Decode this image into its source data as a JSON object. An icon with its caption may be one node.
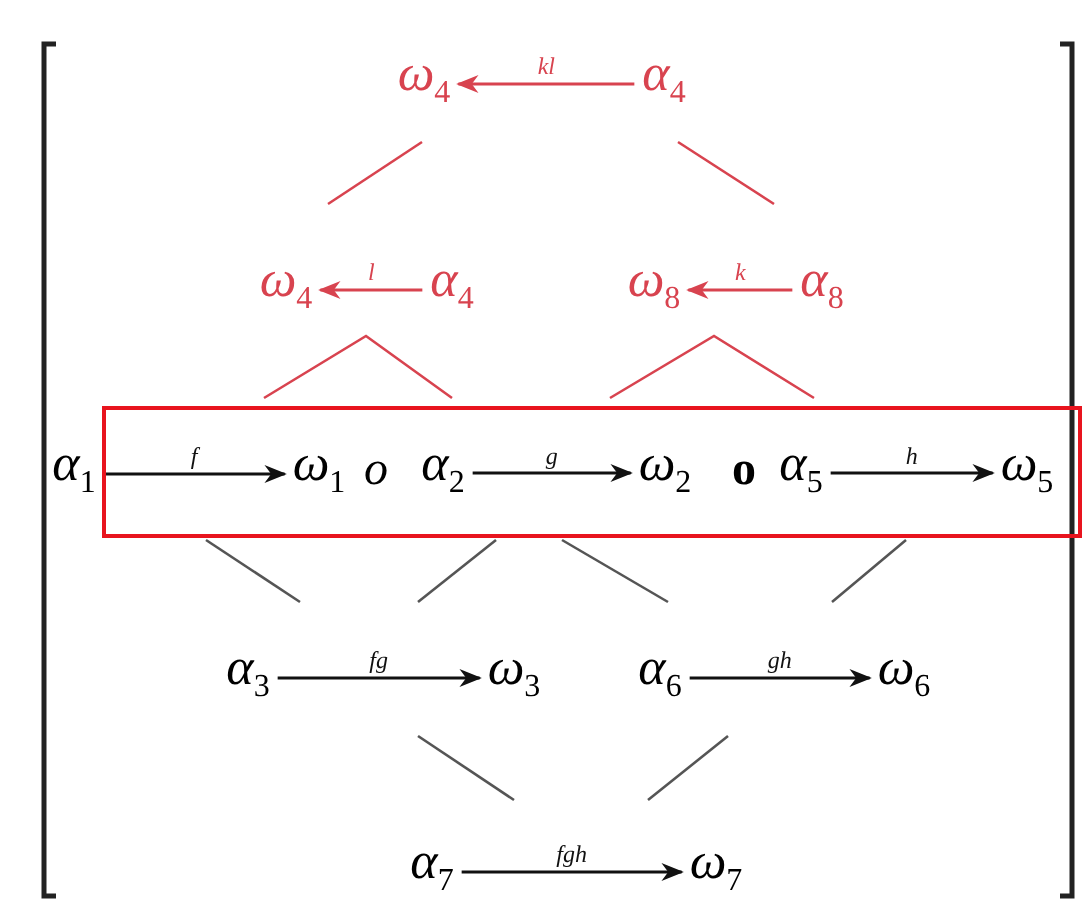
{
  "diagram": {
    "nodes": [
      {
        "text": [
          "ω$_{4}$"
        ]
      },
      {
        "text": [
          "α$_{4}$"
        ]
      },
      {
        "text": [
          "ω$_{4}$"
        ]
      },
      {
        "text": [
          "α$_{4}$"
        ]
      },
      {
        "text": [
          "ω$_{8}$"
        ]
      },
      {
        "text": [
          "α$_{8}$"
        ]
      },
      {
        "text": [],
        "shape": "box"
      },
      {
        "text": [
          "α$_{1}$"
        ]
      },
      {
        "text": [
          "ω$_{1}$"
        ],
        "in": 6
      },
      {
        "text": [
          "α$_{2}$"
        ],
        "in": 6
      },
      {
        "text": [
          "ω$_{2}$"
        ],
        "in": 6
      },
      {
        "text": [
          "α$_{5}$"
        ],
        "in": 6
      },
      {
        "text": [
          "ω$_{5}$"
        ],
        "in": 6
      },
      {
        "text": [
          "α$_{3}$"
        ]
      },
      {
        "text": [
          "ω$_{3}$"
        ]
      },
      {
        "text": [
          "α$_{6}$"
        ]
      },
      {
        "text": [
          "ω$_{6}$"
        ]
      },
      {
        "text": [
          "α$_{7}$"
        ]
      },
      {
        "text": [
          "ω$_{7}$"
        ]
      }
    ],
    "edges": [
      {
        "from": 1,
        "to": 0,
        "arrow": "to",
        "label": "kl",
        "color": "#d8434f"
      },
      {
        "from": 3,
        "to": 2,
        "arrow": "to",
        "label": "l",
        "color": "#d8434f"
      },
      {
        "from": 5,
        "to": 4,
        "arrow": "to",
        "label": "k",
        "color": "#d8434f"
      },
      {
        "from": 7,
        "to": 8,
        "arrow": "to",
        "label": "f"
      },
      {
        "from": 9,
        "to": 10,
        "arrow": "to",
        "label": "g"
      },
      {
        "from": 11,
        "to": 12,
        "arrow": "to",
        "label": "h"
      },
      {
        "from": 13,
        "to": 14,
        "arrow": "to",
        "label": "fg"
      },
      {
        "from": 15,
        "to": 16,
        "arrow": "to",
        "label": "gh"
      },
      {
        "from": 17,
        "to": 18,
        "arrow": "to",
        "label": "fgh"
      }
    ],
    "labels": [
      "o",
      "o"
    ]
  }
}
